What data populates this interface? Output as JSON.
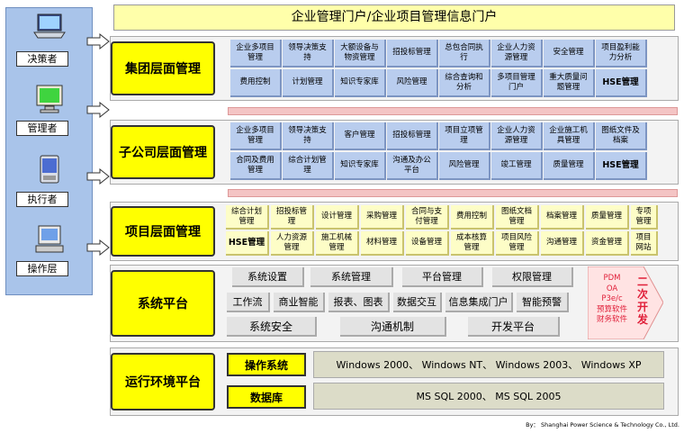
{
  "portal_title": "企业管理门户/企业项目管理信息门户",
  "roles": [
    {
      "label": "决策者",
      "icon": "laptop-icon"
    },
    {
      "label": "管理者",
      "icon": "monitor-icon"
    },
    {
      "label": "执行者",
      "icon": "pda-icon"
    },
    {
      "label": "操作层",
      "icon": "terminal-icon"
    }
  ],
  "group_layer": {
    "label": "集团层面管理",
    "row1": [
      "企业多项目\n管理",
      "领导决策支\n持",
      "大额设备与\n物资管理",
      "招投标管理",
      "总包合同执\n行",
      "企业人力资\n源管理",
      "安全管理",
      "项目盈利能\n力分析"
    ],
    "row2": [
      "费用控制",
      "计划管理",
      "知识专家库",
      "风险管理",
      "综合查询和\n分析",
      "多项目管理\n门户",
      "重大质量问\n题管理",
      "HSE管理"
    ]
  },
  "subsidiary_layer": {
    "label": "子公司层面管理",
    "row1": [
      "企业多项目\n管理",
      "领导决策支\n持",
      "客户管理",
      "招投标管理",
      "项目立项管\n理",
      "企业人力资\n源管理",
      "企业施工机\n具管理",
      "图纸文件及\n档案"
    ],
    "row2": [
      "合同及费用\n管理",
      "综合计划管\n理",
      "知识专家库",
      "沟通及办公\n平台",
      "风险管理",
      "竣工管理",
      "质量管理",
      "HSE管理"
    ]
  },
  "project_layer": {
    "label": "项目层面管理",
    "row1": [
      "综合计划\n管理",
      "招投标管\n理",
      "设计管理",
      "采购管理",
      "合同与支\n付管理",
      "费用控制",
      "图纸文档\n管理",
      "档案管理",
      "质量管理",
      "专项\n管理"
    ],
    "row2": [
      "HSE管理",
      "人力资源\n管理",
      "施工机械\n管理",
      "材料管理",
      "设备管理",
      "成本核算\n管理",
      "项目风险\n管理",
      "沟通管理",
      "资金管理",
      "项目\n网站"
    ]
  },
  "system_platform": {
    "label": "系统平台",
    "row1": [
      "系统设置",
      "系统管理",
      "平台管理",
      "权限管理"
    ],
    "row2": [
      "工作流",
      "商业智能",
      "报表、图表",
      "数据交互",
      "信息集成门户",
      "智能预警"
    ],
    "row3": [
      "系统安全",
      "沟通机制",
      "开发平台"
    ],
    "secondary_dev": {
      "items": [
        "PDM",
        "OA",
        "P3e/c",
        "预算软件",
        "财务软件"
      ],
      "label": "二次开发"
    }
  },
  "runtime_platform": {
    "label": "运行环境平台",
    "os_label": "操作系统",
    "os_value": "Windows 2000、 Windows NT、 Windows 2003、 Windows XP",
    "db_label": "数据库",
    "db_value": "MS SQL 2000、 MS SQL 2005"
  },
  "footer": "By： Shanghai Power Science & Technology Co., Ltd.",
  "colors": {
    "role_panel": "#a9c4ea",
    "module": "#b9cdee",
    "project_module": "#fdfdc7",
    "label": "#ffff00",
    "secondary_dev": "#ffe3e3",
    "secondary_dev_text": "#e0203a"
  }
}
